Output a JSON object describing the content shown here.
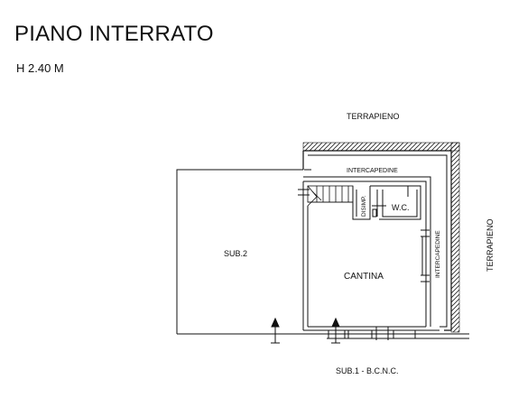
{
  "header": {
    "title": "PIANO INTERRATO",
    "height": "H 2.40 M"
  },
  "labels": {
    "terrapieno_top": "TERRAPIENO",
    "terrapieno_right": "TERRAPIENO",
    "intercapedine_top": "INTERCAPEDINE",
    "intercapedine_right": "INTERCAPEDINE",
    "disimp": "DISIMP.",
    "wc": "W.C.",
    "sub2": "SUB.2",
    "cantina": "CANTINA",
    "sub1": "SUB.1 - B.C.N.C."
  }
}
